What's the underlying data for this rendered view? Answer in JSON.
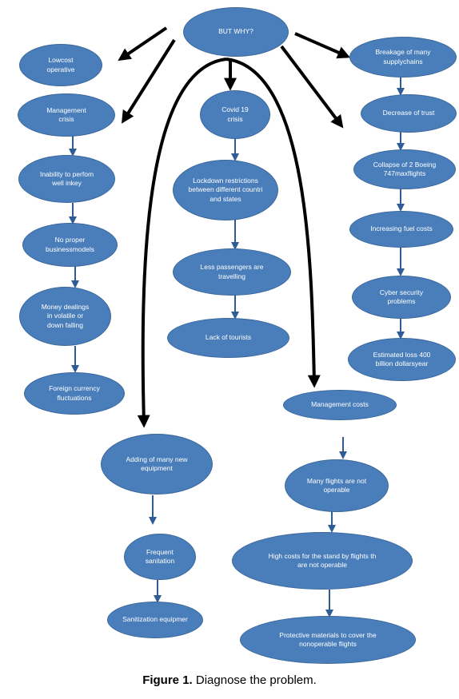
{
  "colors": {
    "node_fill": "#4a7ebb",
    "node_border": "#3a679c",
    "small_arrow": "#2e5d95",
    "big_arrow": "#000000"
  },
  "nodes": {
    "root": "BUT WHY?",
    "lowcost": "Lowcost\noperative",
    "mgmt_crisis": "Management\ncrisis",
    "inability": "Inability to perfom\nwell inkey",
    "no_proper": "No proper\nbusinessmodels",
    "money": "Money dealings\nin volatile or\ndown falling",
    "foreign": "Foreign currency\nfluctuations",
    "covid": "Covid 19\ncrisis",
    "lockdown": "Lockdown restrictions\nbetween different countri\nand states",
    "less_pass": "Less passengers are\ntravelling",
    "tourists": "Lack of tourists",
    "supply": "Breakage of many\nsupplychains",
    "trust": "Decrease of trust",
    "boeing": "Collapse of 2 Boeing\n747maxflights",
    "fuel": "Increasing fuel costs",
    "cyber": "Cyber security\nproblems",
    "loss": "Estimated loss 400\nbillion dollarsyear",
    "mgmt_costs": "Management costs",
    "many_flights": "Many flights are not\noperable",
    "high_costs": "High costs for the stand by flights th\nare not operable",
    "protective": "Protective materials to cover the\nnonoperable flights",
    "adding": "Adding of many new\nequipment",
    "frequent": "Frequent\nsanitation",
    "sanit_equip": "Sanitization equipmer"
  },
  "caption": {
    "label": "Figure 1.",
    "text": " Diagnose the problem."
  }
}
